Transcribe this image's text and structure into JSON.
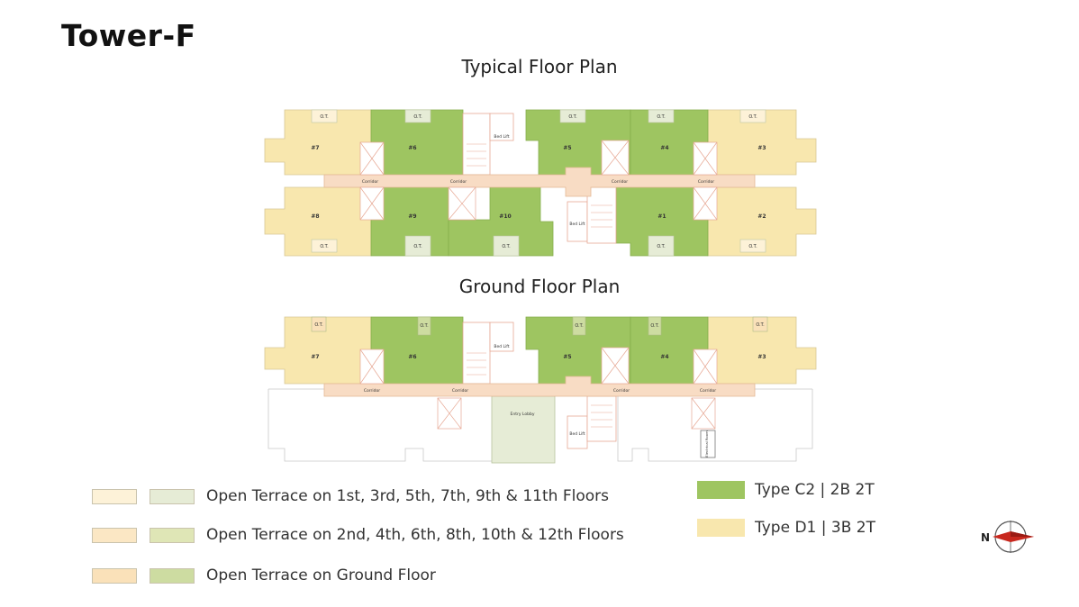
{
  "title": "Tower-F",
  "typical_plan": {
    "heading": "Typical Floor Plan",
    "units": [
      "#7",
      "#6",
      "#5",
      "#4",
      "#3",
      "#8",
      "#9",
      "#10",
      "#1",
      "#2"
    ],
    "terrace_tag": "O.T.",
    "corridor_label": "Corridor",
    "lift_label": "Bed Lift"
  },
  "ground_plan": {
    "heading": "Ground Floor Plan",
    "units": [
      "#7",
      "#6",
      "#5",
      "#4",
      "#3"
    ],
    "terrace_tag": "O.T.",
    "corridor_label": "Corridor",
    "lift_label": "Bed Lift",
    "lobby_label": "Entry Lobby",
    "electrical_label": "Electrical Room"
  },
  "legend": {
    "terrace_odd": "Open Terrace on 1st, 3rd, 5th, 7th, 9th & 11th Floors",
    "terrace_even": "Open Terrace on 2nd, 4th, 6th, 8th, 10th & 12th Floors",
    "terrace_ground": "Open Terrace on Ground Floor",
    "type_c2": "Type C2 | 2B 2T",
    "type_d1": "Type D1 | 3B 2T"
  },
  "compass": {
    "label": "N"
  },
  "colors": {
    "type_c2": "#9ec561",
    "type_d1": "#f8e7ae",
    "corridor": "#f8dcc4",
    "terrace_odd_yellow": "#fdf2d8",
    "terrace_odd_green": "#e6ecd6",
    "terrace_even_yellow": "#fbe7c4",
    "terrace_even_green": "#dfe6b6",
    "terrace_ground_yellow": "#fae1b9",
    "terrace_ground_green": "#cddca1",
    "compass_arrow": "#c8281e"
  }
}
